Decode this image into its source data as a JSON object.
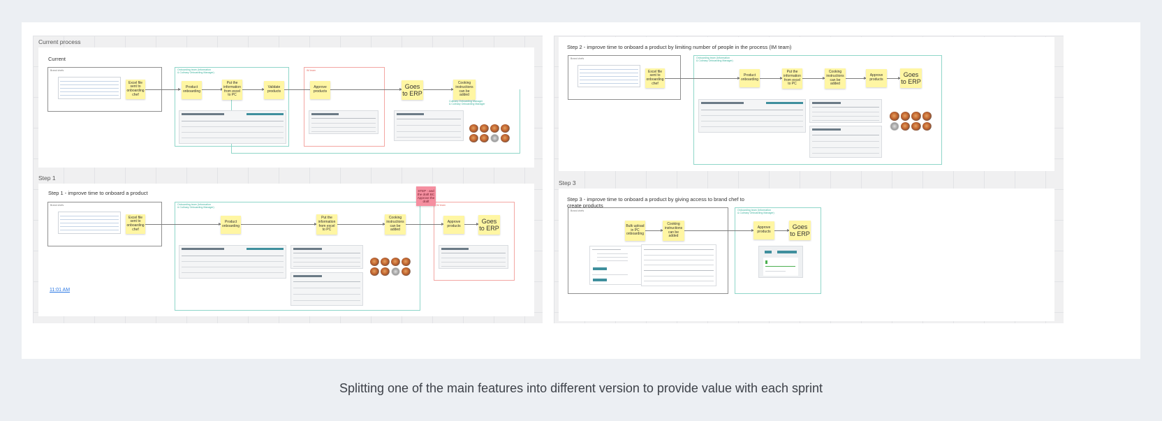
{
  "caption": "Splitting one of the main features into different version to provide value with each sprint",
  "colors": {
    "background": "#eceff3",
    "sticky_note": "#fff6a3",
    "sticky_note_alert": "#f58fa0",
    "team_box_border": "#8fd6c9",
    "erp_box_border": "#f3a6a2"
  },
  "current": {
    "section_label": "Current process",
    "title": "Current",
    "brand_label": "Brand chefs",
    "onboarding_team": "Onboarding team (Information\n& Culinary Onboarding Manager)",
    "onboarding_team_2": "Culinary Onboarding Manager\n& Culinary Onboarding Manager",
    "erp_label": "IM team",
    "notes": [
      "Excel file sent to onboarding chef",
      "Product onboarding",
      "Put the information from excel to PC",
      "Validate products",
      "Approve products",
      "Goes to ERP",
      "Cooking instructions can be added"
    ]
  },
  "step1": {
    "section_label": "Step 1",
    "title": "Step 1 - improve time to onboard a product",
    "brand_label": "Brand chefs",
    "onboarding_team": "Onboarding team (Information\n& Culinary Onboarding Manager)",
    "erp_label": "IM team",
    "alert_note": "STEP - and the draft BC Approve the draft",
    "time": "11:01 AM",
    "notes": [
      "Excel file sent to onboarding chef",
      "Product onboarding",
      "Put the information from excel to PC",
      "Cooking instructions can be added",
      "Approve products",
      "Goes to ERP"
    ]
  },
  "step2": {
    "title": "Step 2 - improve time to onboard a product by limiting number of people in the process (IM team)",
    "brand_label": "Brand chefs",
    "onboarding_team": "Onboarding team (Information\n& Culinary Onboarding Manager)",
    "notes": [
      "Excel file sent to onboarding chef",
      "Product onboarding",
      "Put the information from excel to PC",
      "Cooking instructions can be added",
      "Approve products",
      "Goes to ERP"
    ]
  },
  "step3": {
    "section_label": "Step 3",
    "title": "Step 3 - improve time to onboard a product by giving access to brand chef to create products",
    "brand_label": "Brand chefs",
    "onboarding_team": "Onboarding team (Information\n& Culinary Onboarding Manager)",
    "notes": [
      "Bulk upload in PC onboarding",
      "Cooking instructions can be added",
      "Approve products",
      "Goes to ERP"
    ]
  }
}
